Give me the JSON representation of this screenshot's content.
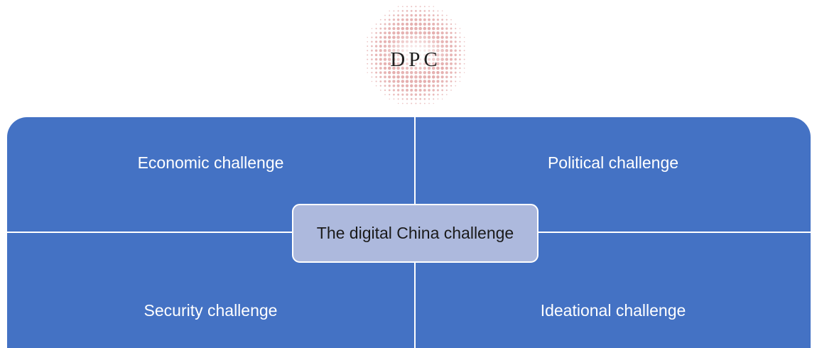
{
  "logo": {
    "text": "DPC"
  },
  "center": {
    "label": "The digital China challenge"
  },
  "quadrants": {
    "top_left": "Economic challenge",
    "top_right": "Political challenge",
    "bottom_left": "Security challenge",
    "bottom_right": "Ideational challenge"
  },
  "colors": {
    "quadrant_fill": "#4472c4",
    "center_fill": "#adb9dd",
    "divider": "#ffffff",
    "logo_dots": "#d98a8a"
  }
}
